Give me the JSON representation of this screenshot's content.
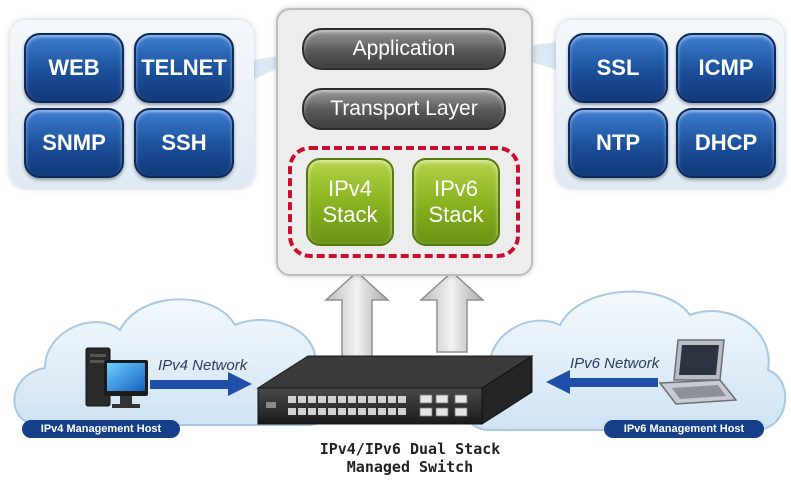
{
  "left_panel": {
    "buttons": [
      "WEB",
      "TELNET",
      "SNMP",
      "SSH"
    ]
  },
  "right_panel": {
    "buttons": [
      "SSL",
      "ICMP",
      "NTP",
      "DHCP"
    ]
  },
  "stack": {
    "application": "Application",
    "transport": "Transport Layer",
    "ipv4": [
      "IPv4",
      "Stack"
    ],
    "ipv6": [
      "IPv6",
      "Stack"
    ]
  },
  "networks": {
    "ipv4_network": "IPv4 Network",
    "ipv6_network": "IPv6 Network",
    "ipv4_host": "IPv4 Management Host",
    "ipv6_host": "IPv6 Management Host"
  },
  "caption": [
    "IPv4/IPv6 Dual Stack",
    "Managed Switch"
  ],
  "colors": {
    "protocol_blue": "#1b4f9a",
    "stack_green": "#8ab321",
    "dashed_red": "#c8102e",
    "arrow_blue": "#1f4fa8",
    "cloud_fill": "#e3f0fa"
  },
  "icons": [
    "desktop-computer-icon",
    "laptop-icon",
    "network-switch-icon"
  ]
}
